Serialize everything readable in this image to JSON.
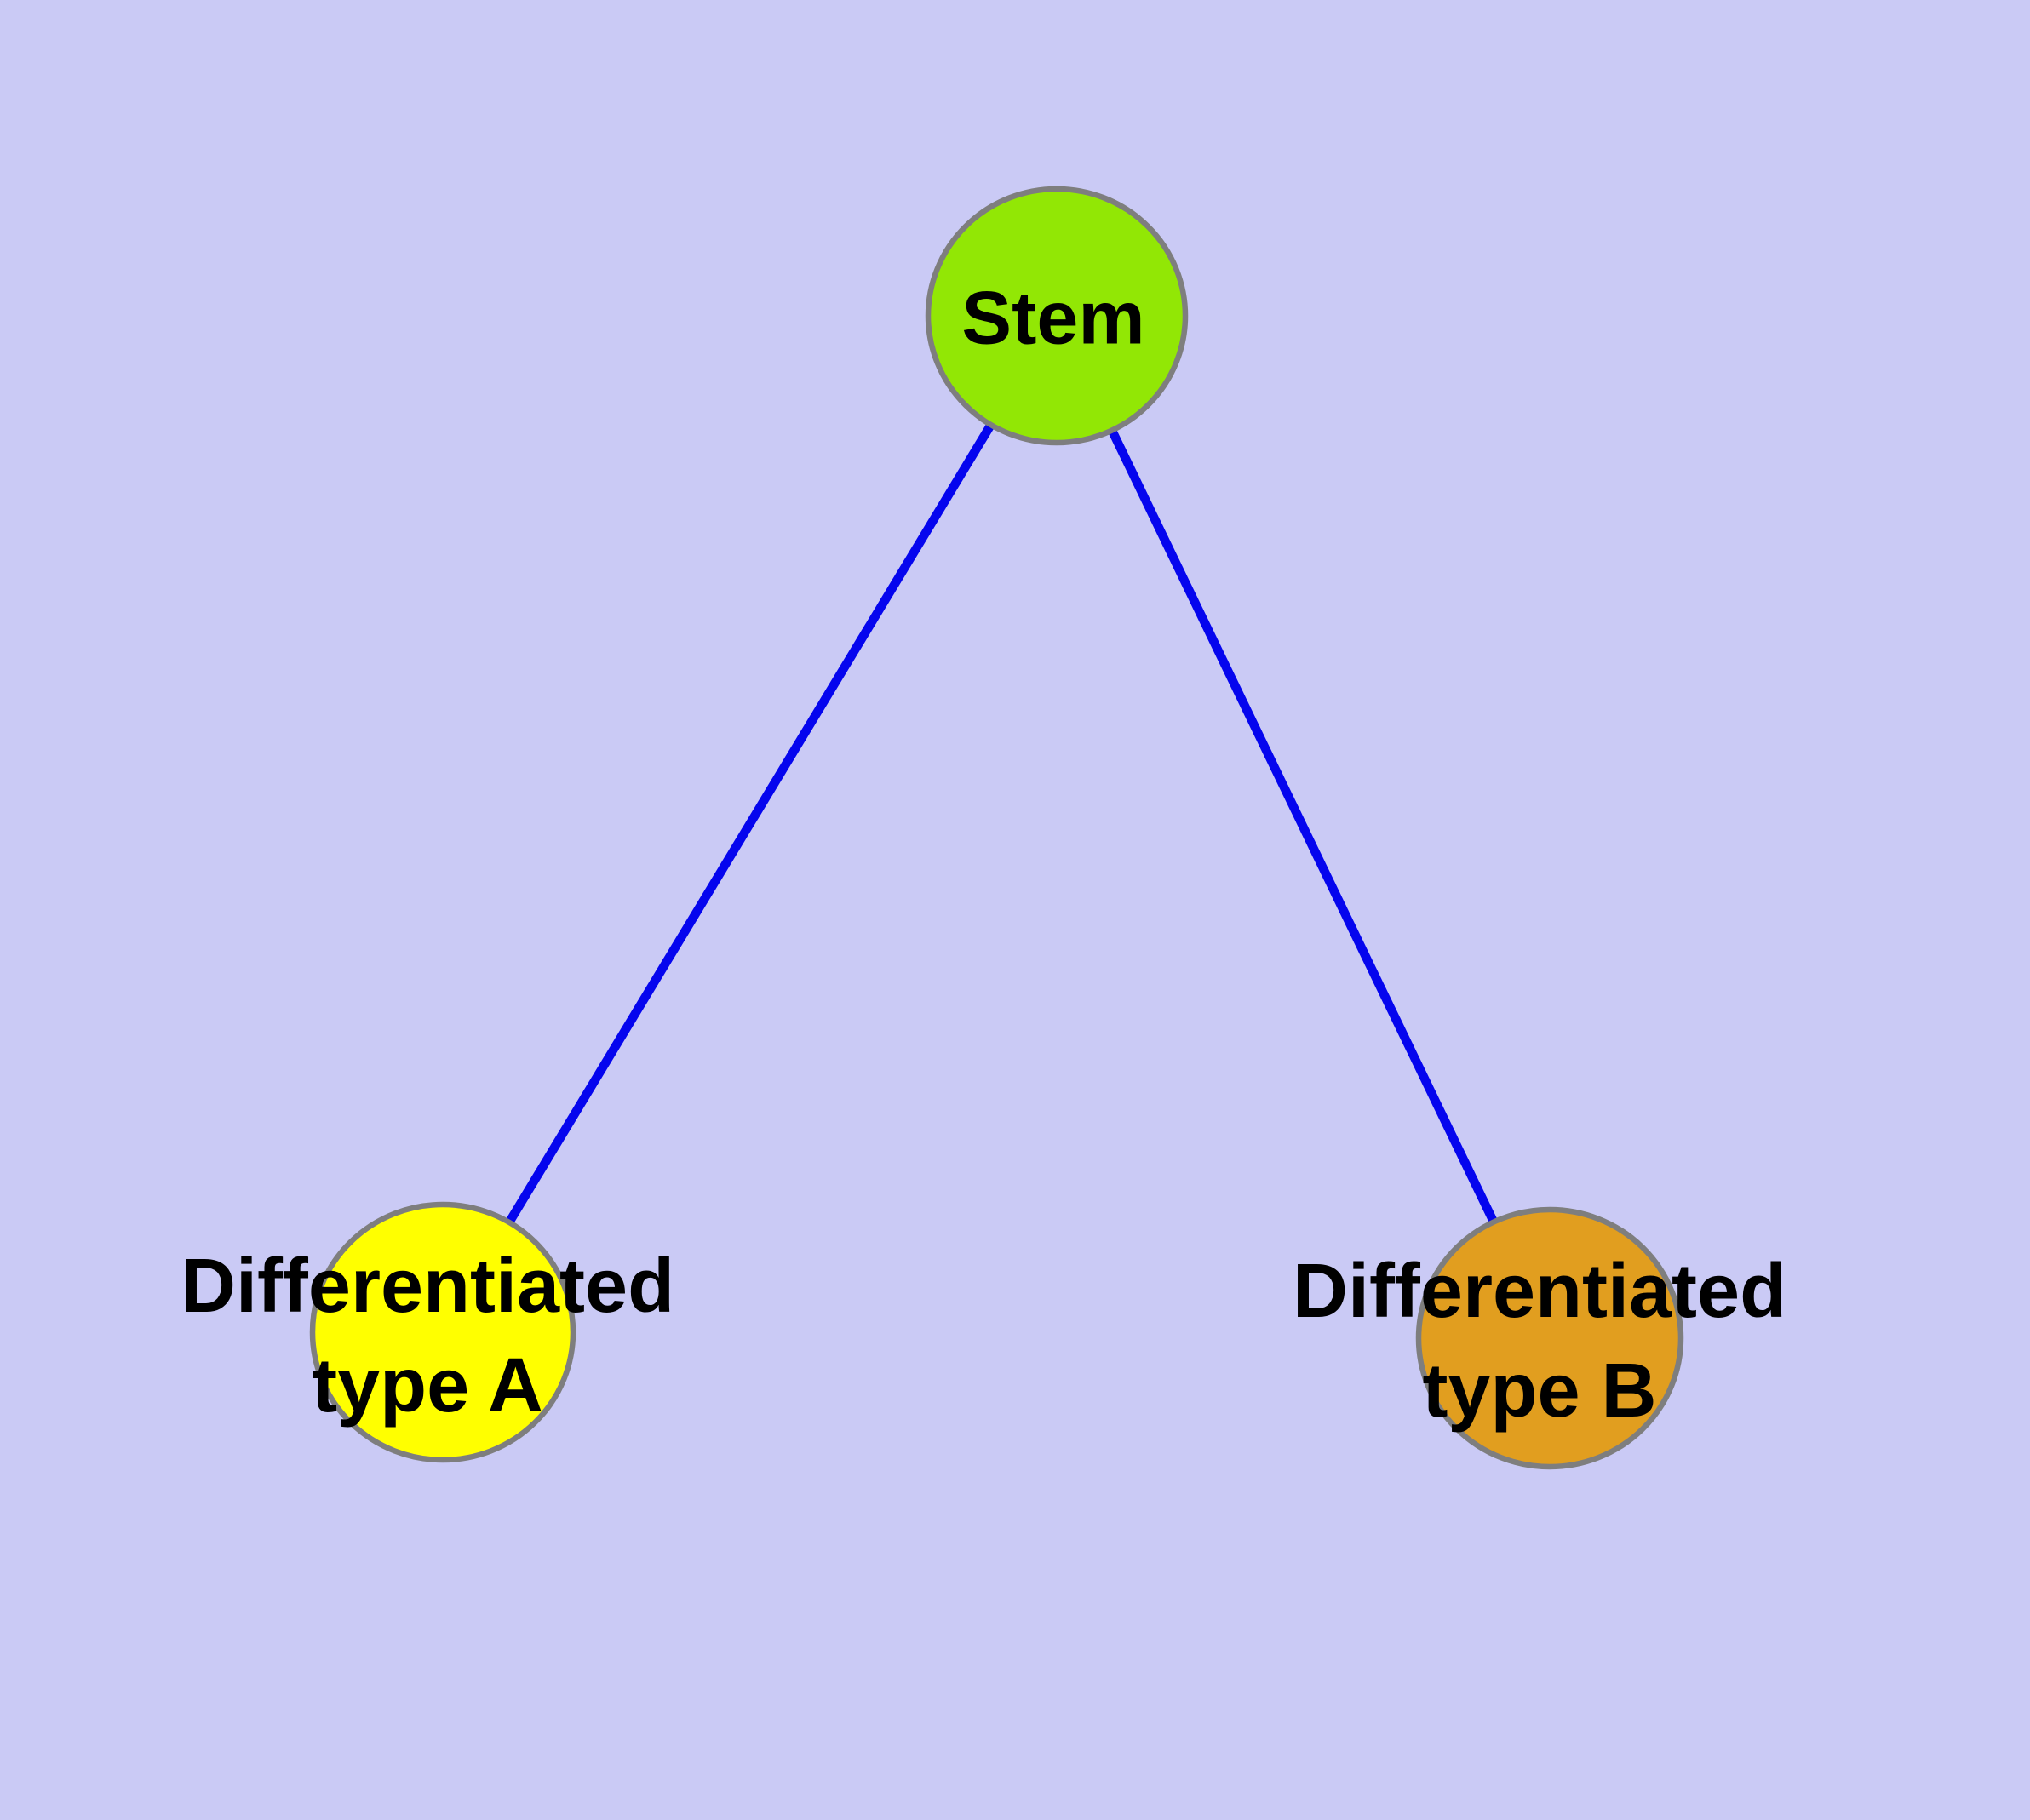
{
  "diagram": {
    "background_color": "#cacaf5",
    "edge_color": "#0505ee",
    "node_border_color": "#7e7e7e",
    "text_color": "#000000",
    "nodes": {
      "stem": {
        "label": "Stem",
        "fill_color": "#92e705"
      },
      "type_a": {
        "label": "Differentiated\ntype A",
        "fill_color": "#ffff00"
      },
      "type_b": {
        "label": "Differentiated\ntype B",
        "fill_color": "#e19e1f"
      }
    },
    "edges": [
      {
        "from": "Stem",
        "to": "Differentiated type A"
      },
      {
        "from": "Stem",
        "to": "Differentiated type B"
      }
    ]
  }
}
